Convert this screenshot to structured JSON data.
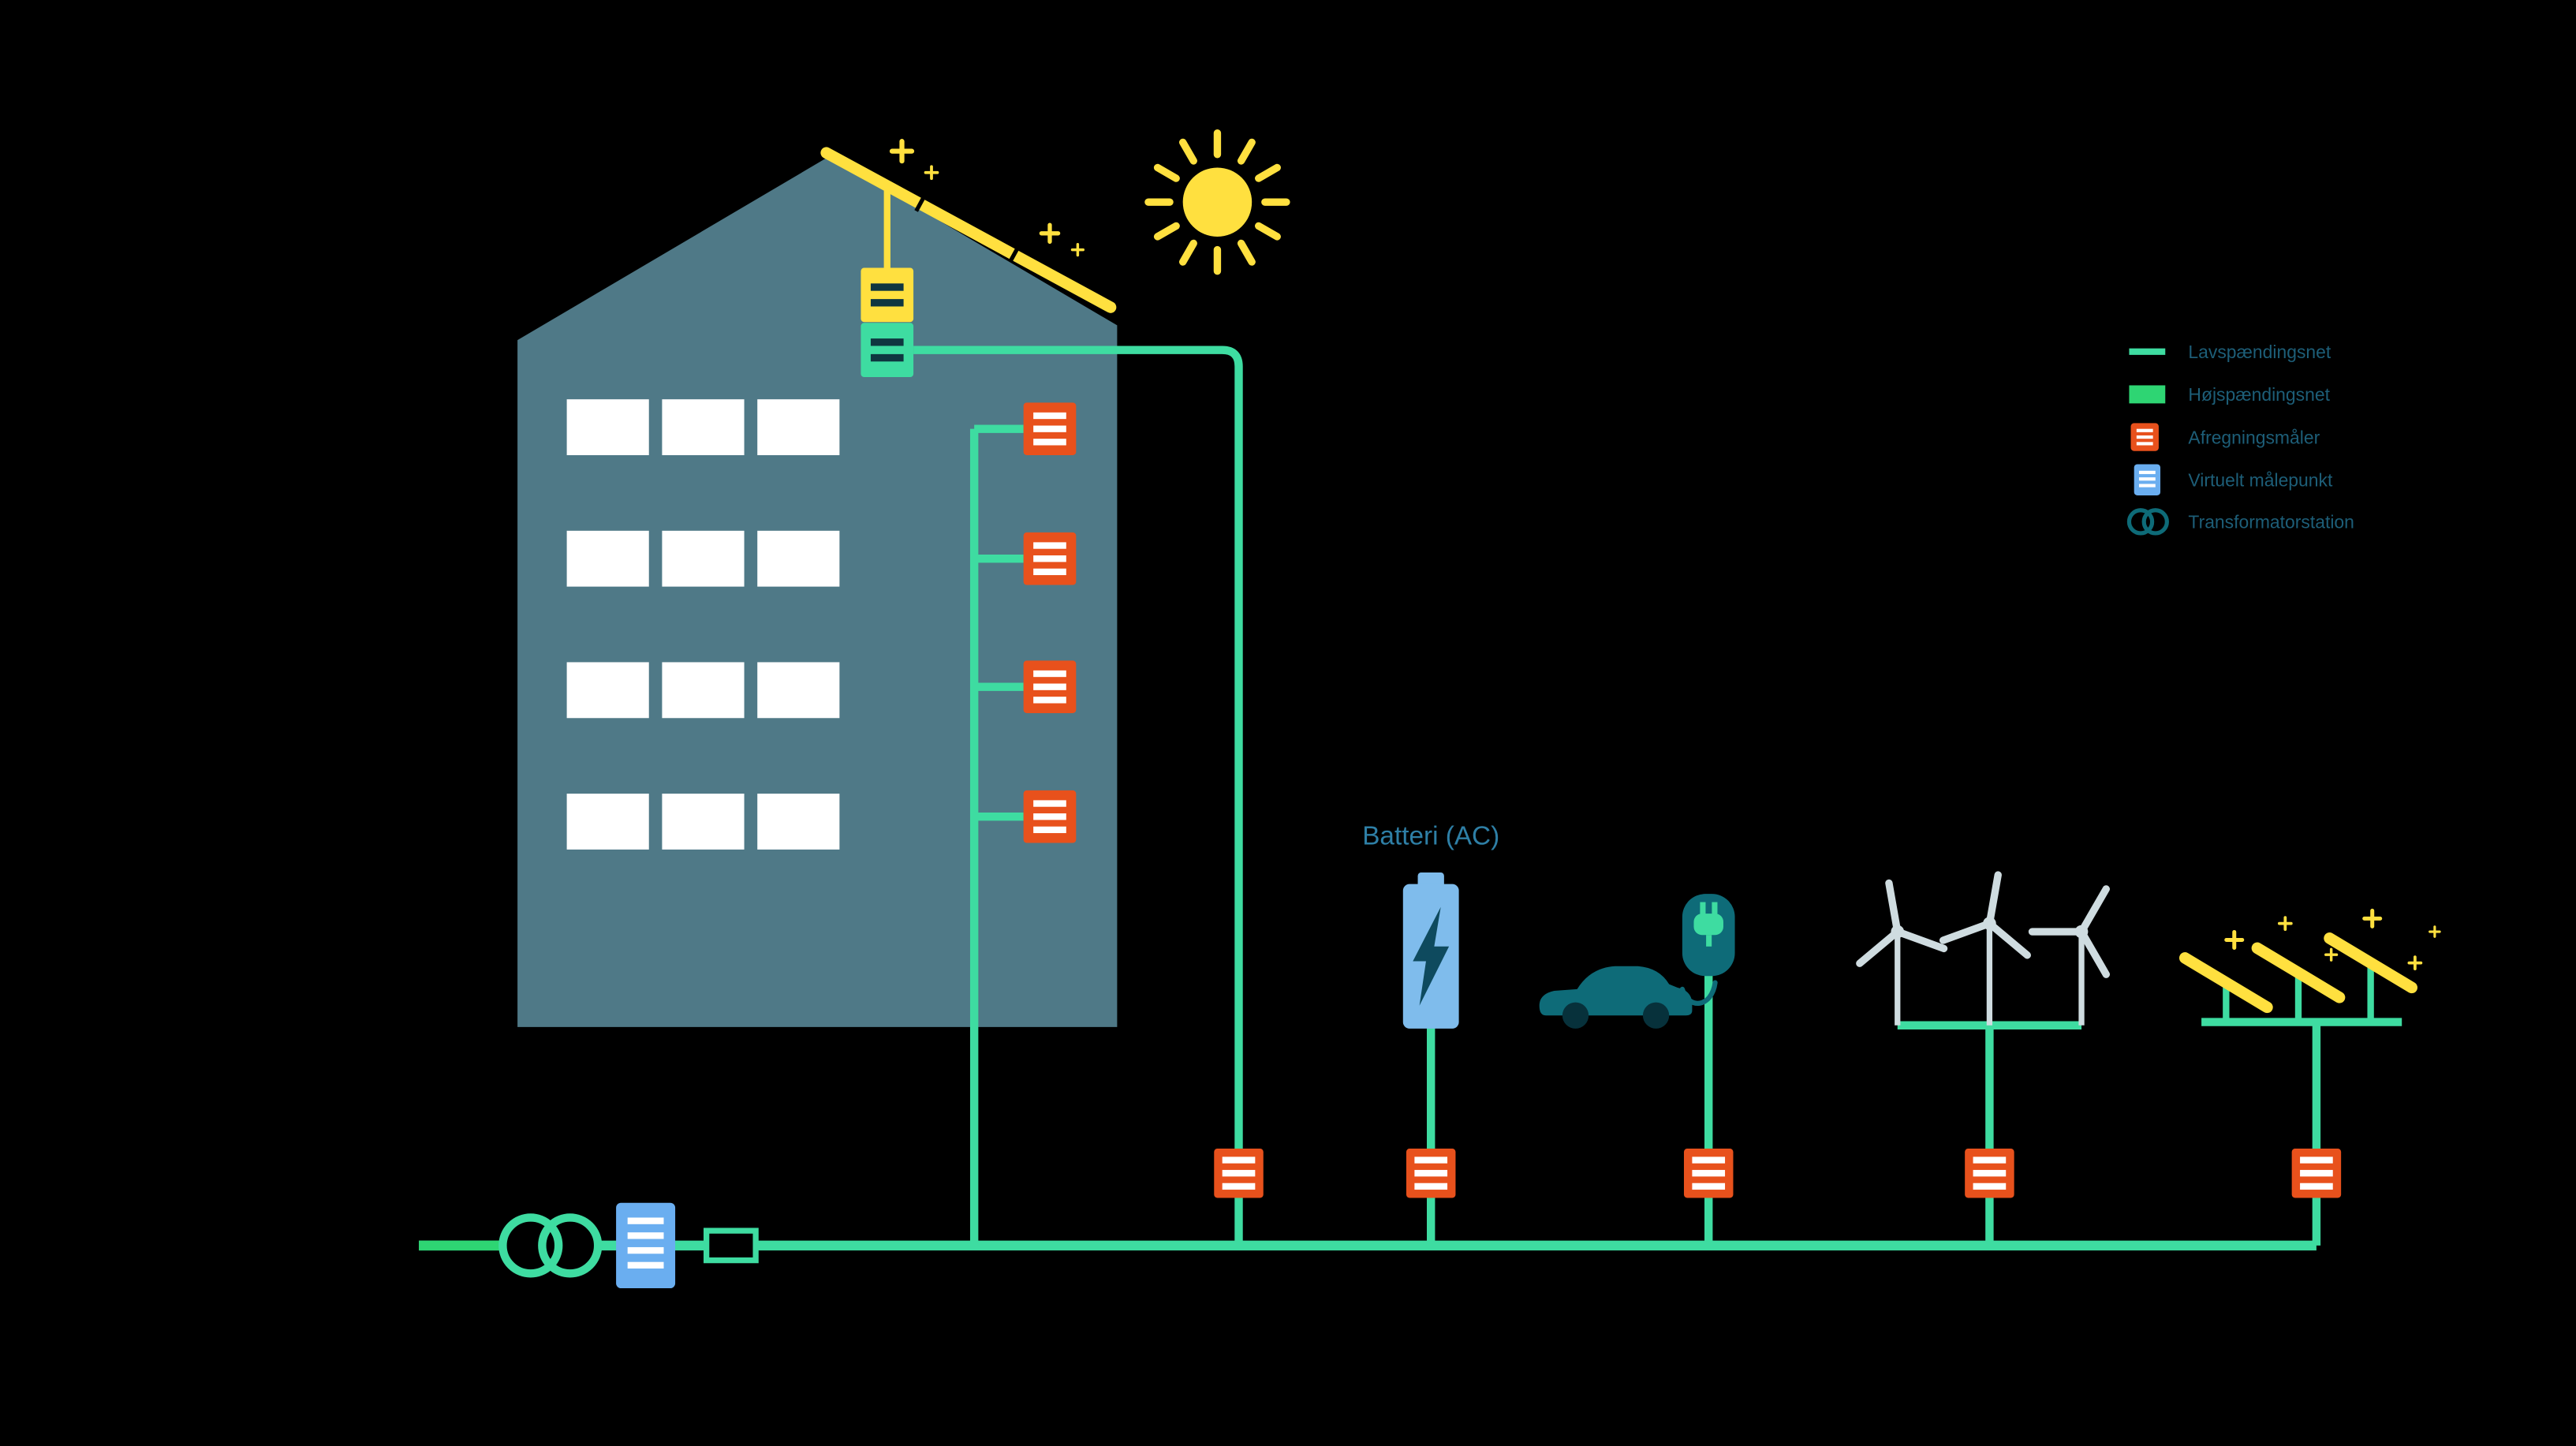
{
  "diagram": {
    "battery_label": "Batteri (AC)"
  },
  "legend": {
    "items": [
      {
        "icon": "low-voltage-line-icon",
        "label": "Lavspændingsnet"
      },
      {
        "icon": "high-voltage-swatch-icon",
        "label": "Højspændingsnet"
      },
      {
        "icon": "settlement-meter-icon",
        "label": "Afregningsmåler"
      },
      {
        "icon": "virtual-meter-icon",
        "label": "Virtuelt målepunkt"
      },
      {
        "icon": "transformer-icon",
        "label": "Transformatorstation"
      }
    ]
  },
  "colors": {
    "background": "#000000",
    "lv_green": "#3EDCA1",
    "hv_green": "#2ED573",
    "meter_orange": "#E8511C",
    "virtual_blue": "#6AAEF0",
    "yellow": "#FFE03F",
    "building_teal": "#4F7987",
    "battery_blue": "#7FBCEC",
    "bolt_dark": "#0E4A5E",
    "dark_teal": "#0E6B78",
    "turbine_gray": "#CFDCE0",
    "bar_dark": "#0F3640",
    "text_teal": "#1D5E78",
    "label_blue": "#2E7FA6"
  }
}
